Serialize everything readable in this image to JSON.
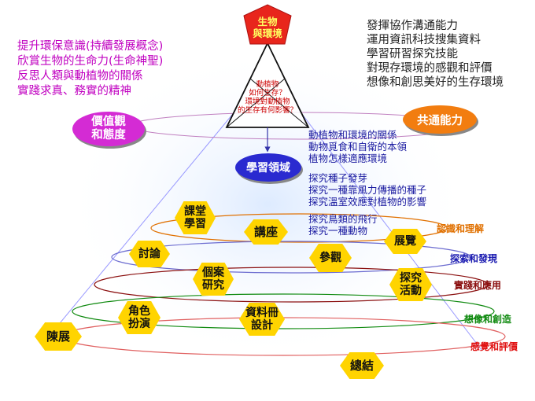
{
  "header": {
    "top_badge": "生物\n與環境"
  },
  "left_values": [
    "提升環保意識(持續發展概念)",
    "欣賞生物的生命力(生命神聖)",
    "反思人類與動植物的關係",
    "實踐求真、務實的精神"
  ],
  "right_abilities": [
    "發揮協作溝通能力",
    "運用資訊科技搜集資料",
    "學習研習探究技能",
    "對現存環境的感觀和評價",
    "想像和創思美好的生存環境"
  ],
  "triangle_text": [
    "動植物",
    "如何生存？",
    "環境對動植物",
    "的生存有何影響？"
  ],
  "bubbles": {
    "values": "價值觀\n和態度",
    "abilities": "共通能力",
    "learning": "學習領域"
  },
  "topic_group_1": [
    "動植物和環境的關係",
    "動物覓食和自衛的本領",
    "植物怎樣適應環境"
  ],
  "topic_group_2": [
    "探究種子發芽",
    "探究一種靠風力傳播的種子",
    "探究溫室效應對植物的影響"
  ],
  "topic_group_3": [
    "探究鳥類的飛行",
    "探究一種動物"
  ],
  "levels": [
    {
      "label": "認識和理解",
      "color": "#e07000"
    },
    {
      "label": "探索和發現",
      "color": "#1a1ab0"
    },
    {
      "label": "實踐和應用",
      "color": "#8b1010"
    },
    {
      "label": "想像和創造",
      "color": "#108a10"
    },
    {
      "label": "感覺和評價",
      "color": "#e01010"
    }
  ],
  "activities": {
    "classroom": "課堂\n學習",
    "lecture": "講座",
    "exhibit_visit": "展覽",
    "discussion": "討論",
    "visit": "參觀",
    "case_study": "個案\n研究",
    "inquiry": "探究\n活動",
    "role_play": "角色\n扮演",
    "booklet": "資料冊\n設計",
    "display": "陳展",
    "summary": "總結"
  },
  "colors": {
    "badge_red": "#e8261c",
    "values_oval": "#d42bd4",
    "abilities_oval": "#f27d10",
    "learning_oval": "#2a2ad0",
    "hexagon": "#ffd400"
  }
}
